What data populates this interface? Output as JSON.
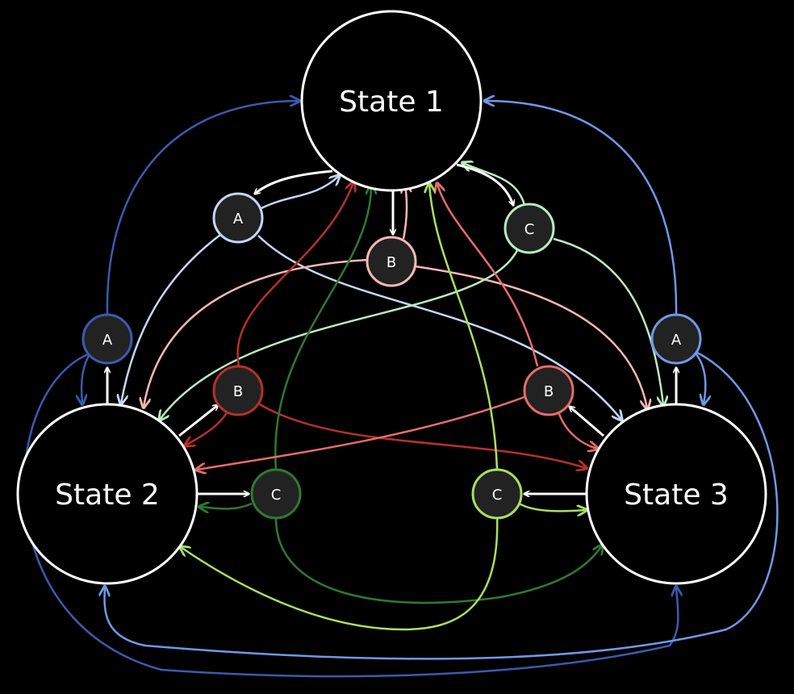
{
  "states": {
    "s1": "State 1",
    "s2": "State 2",
    "s3": "State 3"
  },
  "actions": {
    "a": "A",
    "b": "B",
    "c": "C"
  },
  "colors": {
    "background": "#000000",
    "state_stroke": "#ffffff",
    "from_s1_a": "#c3d7f7",
    "from_s1_b": "#f7b8b0",
    "from_s1_c": "#b9ecc0",
    "from_s2_a": "#3a5bb0",
    "from_s2_b": "#b8302a",
    "from_s2_c": "#2f7a2f",
    "from_s3_a": "#6f98e8",
    "from_s3_b": "#e86b6b",
    "from_s3_c": "#a9e060"
  }
}
